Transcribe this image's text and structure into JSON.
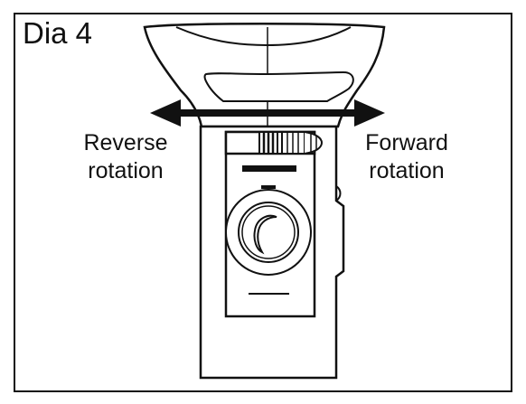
{
  "diagram": {
    "title": "Dia 4",
    "reverse_label": {
      "line1": "Reverse",
      "line2": "rotation"
    },
    "forward_label": {
      "line1": "Forward",
      "line2": "rotation"
    },
    "colors": {
      "line": "#111111",
      "background": "#ffffff"
    },
    "icons": [
      "double-headed-arrow",
      "rotation-dial",
      "device-knob"
    ]
  }
}
